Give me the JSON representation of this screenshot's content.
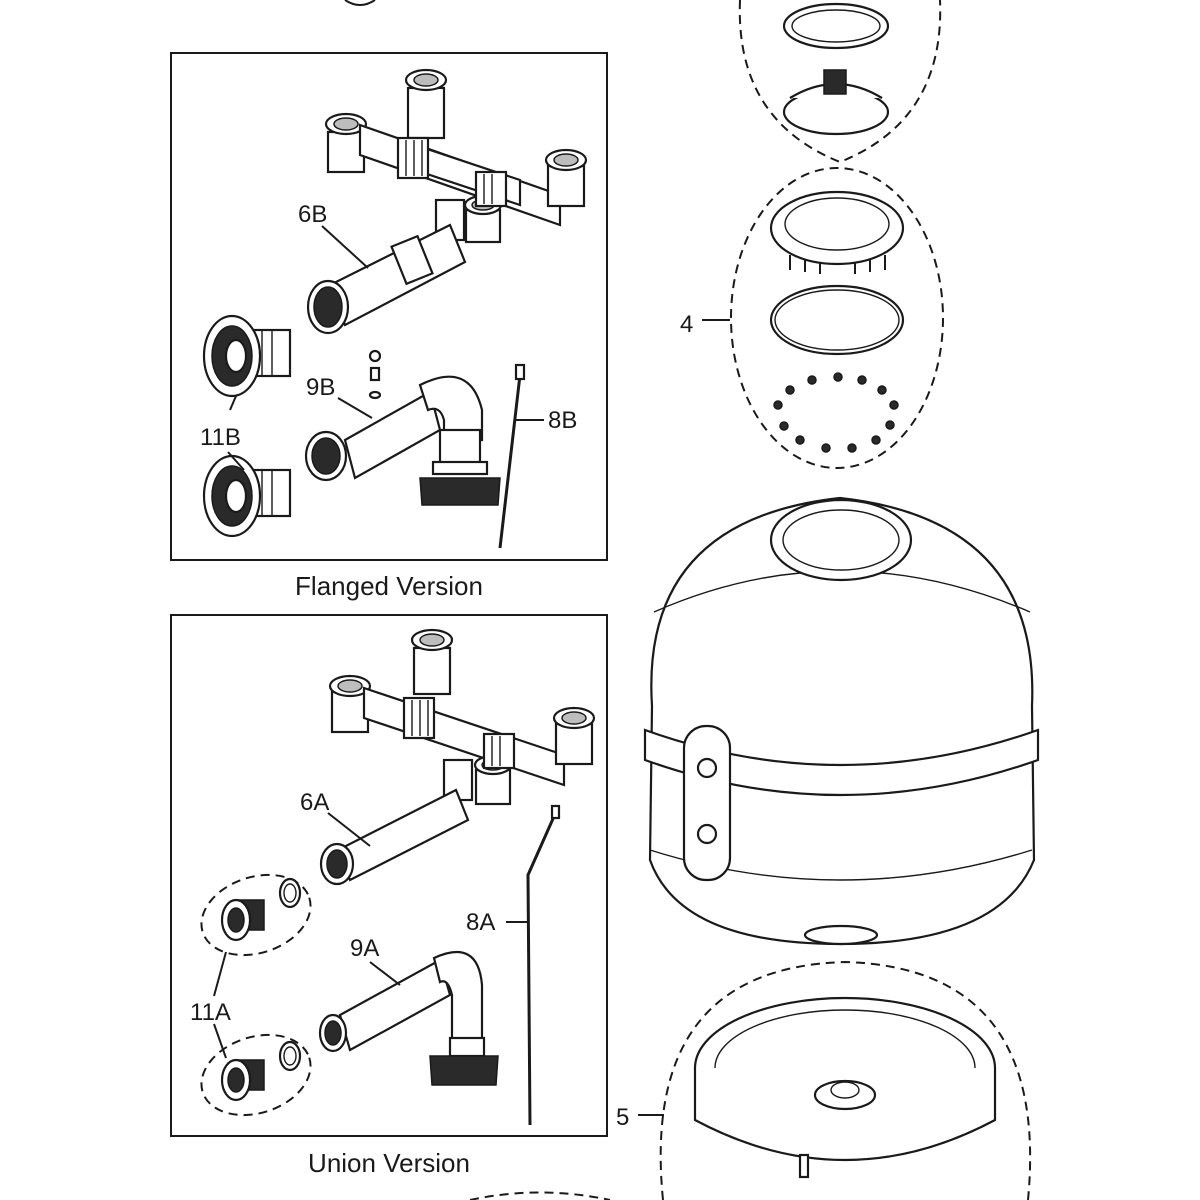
{
  "panels": {
    "flanged": {
      "caption": "Flanged Version"
    },
    "union": {
      "caption": "Union Version"
    }
  },
  "labels": {
    "l6b": "6B",
    "l9b": "9B",
    "l8b": "8B",
    "l11b": "11B",
    "l6a": "6A",
    "l9a": "9A",
    "l8a": "8A",
    "l11a": "11A",
    "l4": "4",
    "l5": "5"
  }
}
